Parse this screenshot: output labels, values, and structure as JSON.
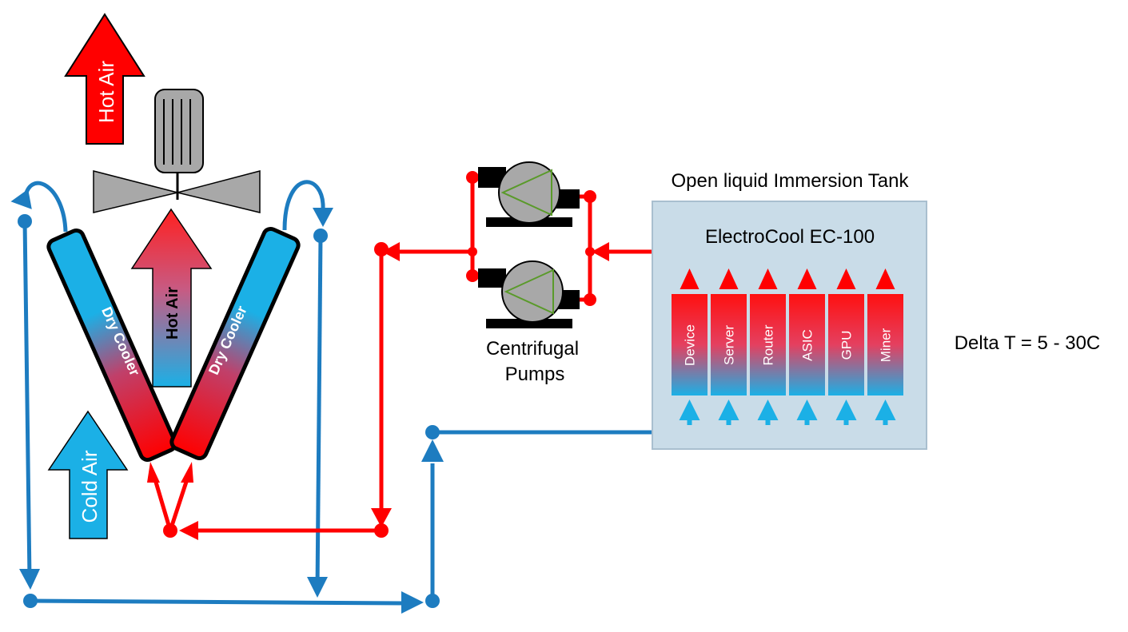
{
  "colors": {
    "hot": "#ff0000",
    "cold": "#1d7cc0",
    "coil_blue": "#1bb0e6",
    "tank_fill": "#c9dce8",
    "tank_border": "#a9bfcf",
    "fan_gray": "#a8a8a8",
    "pump_triangle": "#5a9a2a"
  },
  "labels": {
    "hot_air_top": "Hot Air",
    "hot_air_center": "Hot Air",
    "cold_air": "Cold Air",
    "dry_cooler_left": "Dry Cooler",
    "dry_cooler_right": "Dry Cooler",
    "pumps_line1": "Centrifugal",
    "pumps_line2": "Pumps",
    "tank_title": "Open liquid Immersion Tank",
    "tank_product": "ElectroCool EC-100",
    "delta_t": "Delta T = 5 - 30C"
  },
  "devices": [
    "Device",
    "Server",
    "Router",
    "ASIC",
    "GPU",
    "Miner"
  ]
}
